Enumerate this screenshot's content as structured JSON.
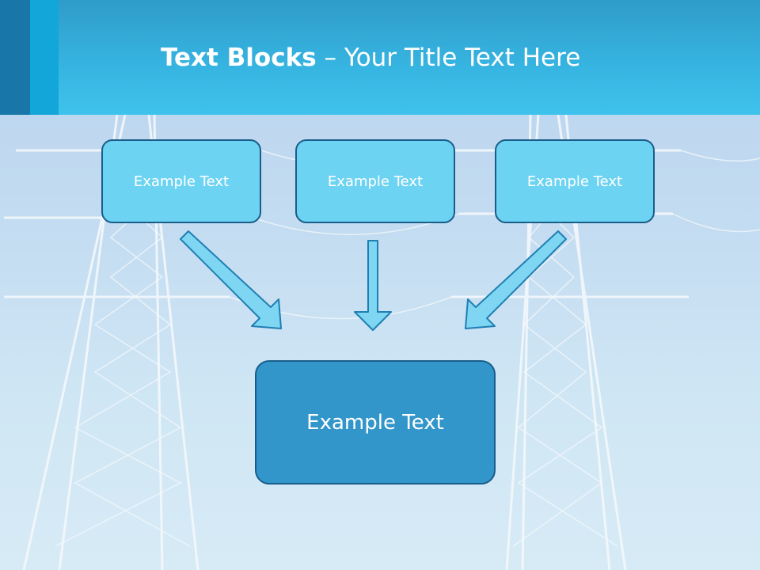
{
  "slide": {
    "title_bold": "Text Blocks",
    "title_dash": " – ",
    "title_rest": "Your Title Text Here"
  },
  "top_boxes": [
    {
      "label": "Example Text"
    },
    {
      "label": "Example Text"
    },
    {
      "label": "Example Text"
    }
  ],
  "bottom_box": {
    "label": "Example Text"
  },
  "colors": {
    "header": "#36b3e0",
    "small_box": "#6dd3f2",
    "big_box": "#3296cb",
    "border": "#1a5d8a",
    "arrow_fill": "#7fd6f3"
  },
  "background_image": "power-transmission-towers"
}
